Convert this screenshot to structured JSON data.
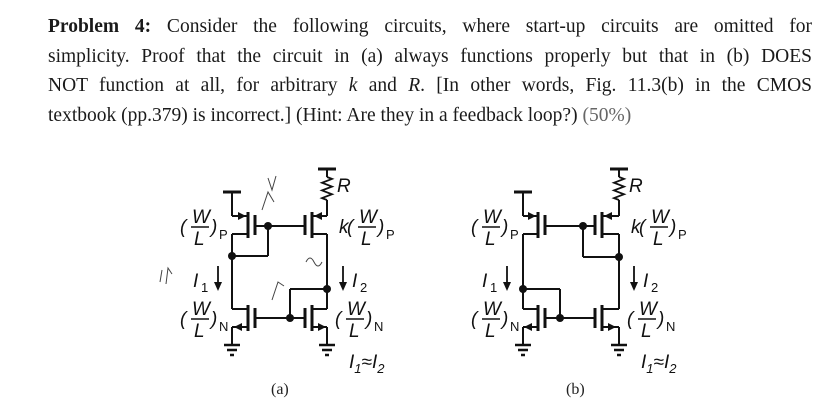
{
  "problem": {
    "line1": {
      "bold": "Problem 4:",
      "text": " Consider the following circuits, where start-up circuits are omitted for"
    },
    "line2": "simplicity. Proof that the circuit in (a) always functions properly but that in (b) DOES",
    "line3": {
      "a": "NOT function at all, for arbitrary ",
      "k": "k",
      "b": " and ",
      "R": "R",
      "c": ". [In other words, Fig. 11.3(b) in the CMOS"
    },
    "line4": {
      "text": "textbook (pp.379) is incorrect.] (Hint: Are they in a feedback loop?) ",
      "points": "(50%)"
    }
  },
  "circuit_labels": {
    "W": "W",
    "L": "L",
    "p": "P",
    "n": "N",
    "k": "k",
    "R": "R",
    "I": "I",
    "one": "1",
    "two": "2",
    "approx": "≈",
    "open": "(",
    "close": ")"
  },
  "circuits": [
    {
      "caption": "(a)"
    },
    {
      "caption": "(b)"
    }
  ]
}
